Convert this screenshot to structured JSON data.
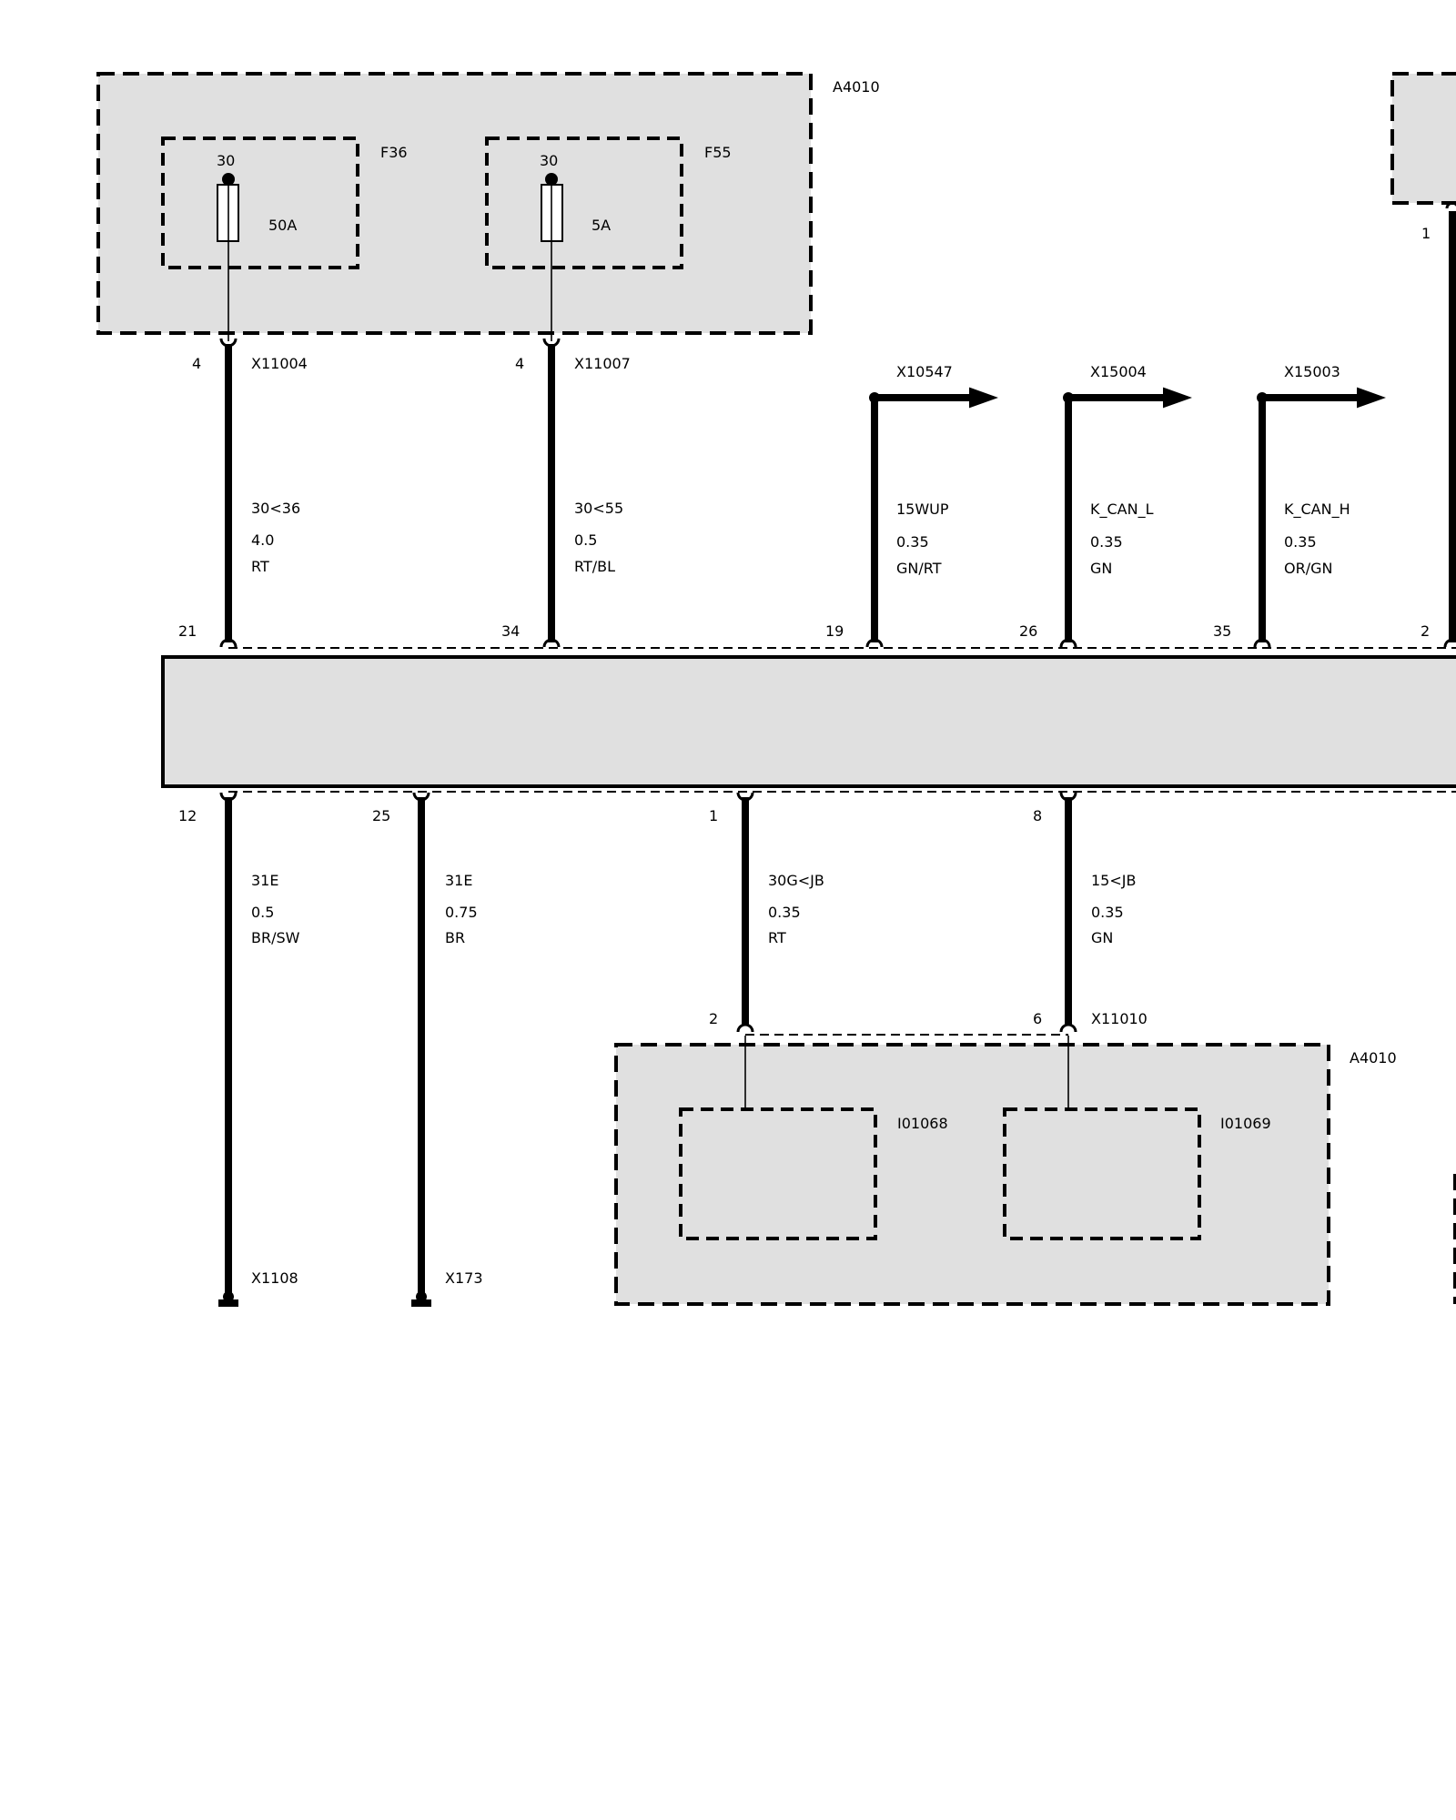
{
  "colors": {
    "fill": "#e0e0e0",
    "line": "#000000",
    "background": "#ffffff"
  },
  "top_box": {
    "label": "A4010",
    "fuses": [
      {
        "name": "F36",
        "terminal": "30",
        "rating": "50A"
      },
      {
        "name": "F55",
        "terminal": "30",
        "rating": "5A"
      }
    ]
  },
  "right_box": {
    "pin": "1"
  },
  "bottom_box": {
    "label": "A4010",
    "connector": "X11010",
    "inner": [
      {
        "name": "I01068",
        "pin": "2"
      },
      {
        "name": "I01069",
        "pin": "6"
      }
    ]
  },
  "top_wires": [
    {
      "top_pin": "4",
      "connector": "X11004",
      "signal": "30<36",
      "gauge": "4.0",
      "color": "RT",
      "module_pin": "21"
    },
    {
      "top_pin": "4",
      "connector": "X11007",
      "signal": "30<55",
      "gauge": "0.5",
      "color": "RT/BL",
      "module_pin": "34"
    },
    {
      "connector": "X10547",
      "signal": "15WUP",
      "gauge": "0.35",
      "color": "GN/RT",
      "module_pin": "19"
    },
    {
      "connector": "X15004",
      "signal": "K_CAN_L",
      "gauge": "0.35",
      "color": "GN",
      "module_pin": "26"
    },
    {
      "connector": "X15003",
      "signal": "K_CAN_H",
      "gauge": "0.35",
      "color": "OR/GN",
      "module_pin": "35"
    },
    {
      "module_pin": "2"
    }
  ],
  "bottom_wires": [
    {
      "module_pin": "12",
      "signal": "31E",
      "gauge": "0.5",
      "color": "BR/SW",
      "ground": "X1108"
    },
    {
      "module_pin": "25",
      "signal": "31E",
      "gauge": "0.75",
      "color": "BR",
      "ground": "X173"
    },
    {
      "module_pin": "1",
      "signal": "30G<JB",
      "gauge": "0.35",
      "color": "RT"
    },
    {
      "module_pin": "8",
      "signal": "15<JB",
      "gauge": "0.35",
      "color": "GN"
    }
  ]
}
